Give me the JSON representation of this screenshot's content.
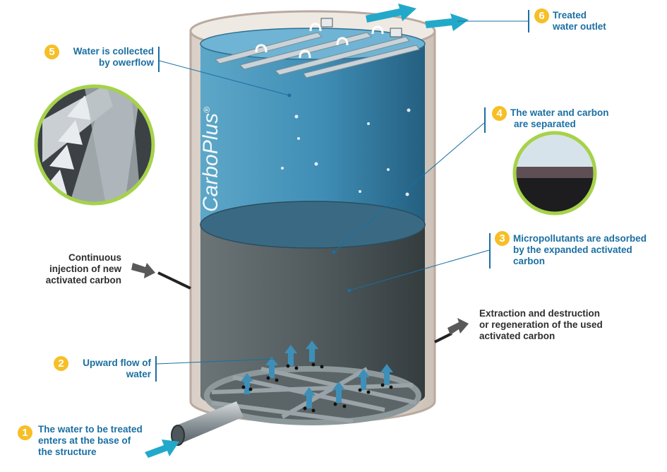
{
  "brand": {
    "name": "CarboPlus",
    "mark": "®"
  },
  "steps": [
    {
      "number": "1",
      "lines": [
        "The water to be treated",
        "enters at the base of",
        "the structure"
      ]
    },
    {
      "number": "2",
      "lines": [
        "Upward flow of",
        "water"
      ]
    },
    {
      "number": "3",
      "lines": [
        "Micropollutants are adsorbed",
        "by the expanded activated",
        "carbon"
      ]
    },
    {
      "number": "4",
      "lines": [
        "The water and carbon",
        "are separated"
      ]
    },
    {
      "number": "5",
      "lines": [
        "Water is collected",
        "by owerflow"
      ]
    },
    {
      "number": "6",
      "lines": [
        "Treated",
        "water outlet"
      ]
    }
  ],
  "annotations": {
    "injection": [
      "Continuous",
      "injection of new",
      "activated carbon"
    ],
    "extraction": [
      "Extraction and destruction",
      "or regeneration of the used",
      "activated carbon"
    ]
  },
  "colors": {
    "accent": "#1a6fa3",
    "badge": "#f6bf26",
    "water": "#2f7ca3",
    "carbon": "#4a5556",
    "arrow": "#22a9c9"
  }
}
